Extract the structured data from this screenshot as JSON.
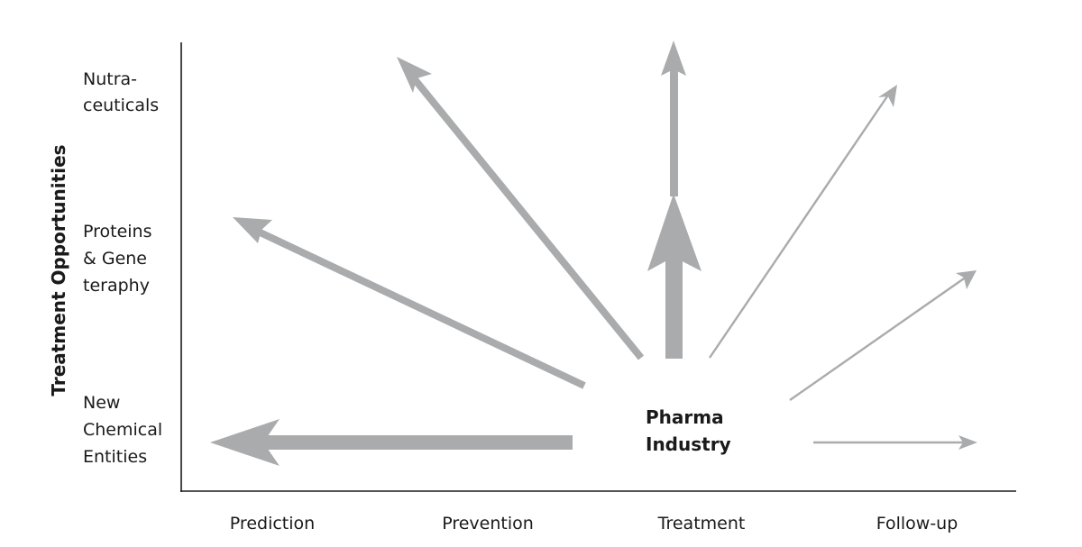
{
  "y_axis_label": "Treatment Opportunities",
  "y_categories": [
    {
      "id": "nutraceuticals",
      "lines": [
        "Nutra-",
        "ceuticals"
      ]
    },
    {
      "id": "proteins-gene",
      "lines": [
        "Proteins",
        "& Gene",
        "teraphy"
      ]
    },
    {
      "id": "new-chemical",
      "lines": [
        "New",
        "Chemical",
        "Entities"
      ]
    }
  ],
  "x_stages": [
    "Prediction",
    "Prevention",
    "Treatment",
    "Follow-up"
  ],
  "center": {
    "lines": [
      "Pharma",
      "Industry"
    ]
  },
  "arrows": [
    {
      "id": "to-new-chemical-entities",
      "style": "heavy-filled"
    },
    {
      "id": "to-proteins-gene-therapy",
      "style": "medium"
    },
    {
      "id": "to-nutraceuticals-prevention",
      "style": "medium"
    },
    {
      "id": "to-nutraceuticals-treatment",
      "style": "heavy-filled"
    },
    {
      "id": "to-nutraceuticals-followup",
      "style": "thin"
    },
    {
      "id": "to-proteins-followup",
      "style": "thin"
    },
    {
      "id": "to-new-chemical-followup",
      "style": "thin"
    }
  ],
  "colors": {
    "arrow": "#a9abad",
    "axis": "#1a1a1a",
    "text": "#1a1a1a",
    "background": "#ffffff"
  }
}
